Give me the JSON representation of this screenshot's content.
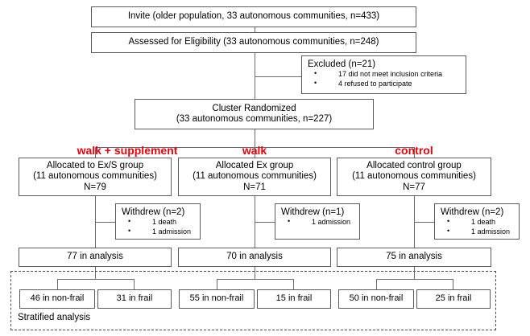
{
  "diagram": {
    "title": "CONSORT participant flow diagram",
    "colors": {
      "box_border": "#5a5a5a",
      "line": "#6b6b6b",
      "label_red": "#e8000b",
      "dashed_border": "#4a4a4a"
    },
    "invite": "Invite (older population, 33 autonomous communities, n=433)",
    "assessed": "Assessed for Eligibility (33 autonomous communities, n=248)",
    "excluded": {
      "heading": "Excluded (n=21)",
      "items": [
        "17 did not meet inclusion criteria",
        "4 refused to participate"
      ]
    },
    "randomized": {
      "line1": "Cluster Randomized",
      "line2": "(33 autonomous communities, n=227)"
    },
    "group_labels": {
      "exs": "walk + supplement",
      "ex": "walk",
      "control": "control"
    },
    "allocation": [
      {
        "line1": "Allocated to Ex/S group",
        "line2": "(11 autonomous communities)",
        "line3": "N=79"
      },
      {
        "line1": "Allocated Ex group",
        "line2": "(11 autonomous communities)",
        "line3": "N=71"
      },
      {
        "line1": "Allocated control group",
        "line2": "(11 autonomous communities)",
        "line3": "N=77"
      }
    ],
    "withdrew": [
      {
        "heading": "Withdrew (n=2)",
        "items": [
          "1 death",
          "1 admission"
        ]
      },
      {
        "heading": "Withdrew (n=1)",
        "items": [
          "1 admission"
        ]
      },
      {
        "heading": "Withdrew (n=2)",
        "items": [
          "1 death",
          "1 admission"
        ]
      }
    ],
    "analysis": [
      "77 in analysis",
      "70 in analysis",
      "75 in analysis"
    ],
    "stratified": {
      "caption": "Stratified analysis",
      "boxes": [
        "46 in non-frail",
        "31 in frail",
        "55 in non-frail",
        "15 in frail",
        "50 in non-frail",
        "25 in frail"
      ]
    }
  }
}
